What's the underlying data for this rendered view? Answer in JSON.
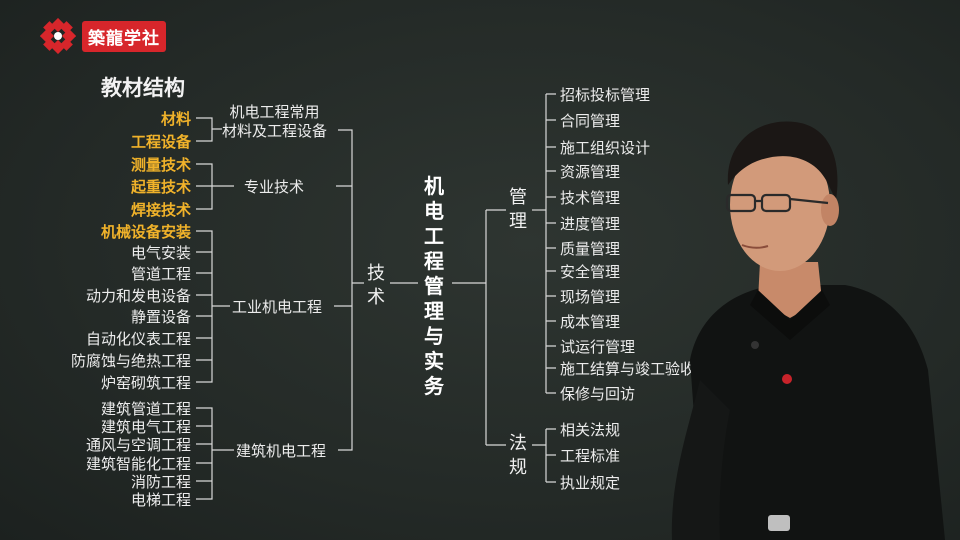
{
  "brand": {
    "name": "築龍学社",
    "accent": "#d7262b"
  },
  "title": "教材结构",
  "colors": {
    "highlight": "#f0b22a",
    "text": "#ececec",
    "background": "#262c29"
  },
  "left_items": [
    {
      "label": "材料",
      "highlight": true
    },
    {
      "label": "工程设备",
      "highlight": true
    },
    {
      "label": "测量技术",
      "highlight": true
    },
    {
      "label": "起重技术",
      "highlight": true
    },
    {
      "label": "焊接技术",
      "highlight": true
    },
    {
      "label": "机械设备安装",
      "highlight": true
    },
    {
      "label": "电气安装",
      "highlight": false
    },
    {
      "label": "管道工程",
      "highlight": false
    },
    {
      "label": "动力和发电设备",
      "highlight": false
    },
    {
      "label": "静置设备",
      "highlight": false
    },
    {
      "label": "自动化仪表工程",
      "highlight": false
    },
    {
      "label": "防腐蚀与绝热工程",
      "highlight": false
    },
    {
      "label": "炉窑砌筑工程",
      "highlight": false
    },
    {
      "label": "建筑管道工程",
      "highlight": false
    },
    {
      "label": "建筑电气工程",
      "highlight": false
    },
    {
      "label": "通风与空调工程",
      "highlight": false
    },
    {
      "label": "建筑智能化工程",
      "highlight": false
    },
    {
      "label": "消防工程",
      "highlight": false
    },
    {
      "label": "电梯工程",
      "highlight": false
    }
  ],
  "groups": {
    "materials": "机电工程常用\n材料及工程设备",
    "professional": "专业技术",
    "industrial": "工业机电工程",
    "building": "建筑机电工程"
  },
  "tech": "技\n术",
  "center": "机\n电\n工\n程\n管\n理\n与\n实\n务",
  "management_label": "管\n理",
  "law_label": "法\n规",
  "management_items": [
    "招标投标管理",
    "合同管理",
    "施工组织设计",
    "资源管理",
    "技术管理",
    "进度管理",
    "质量管理",
    "安全管理",
    "现场管理",
    "成本管理",
    "试运行管理",
    "施工结算与竣工验收",
    "保修与回访"
  ],
  "law_items": [
    "相关法规",
    "工程标准",
    "执业规定"
  ]
}
